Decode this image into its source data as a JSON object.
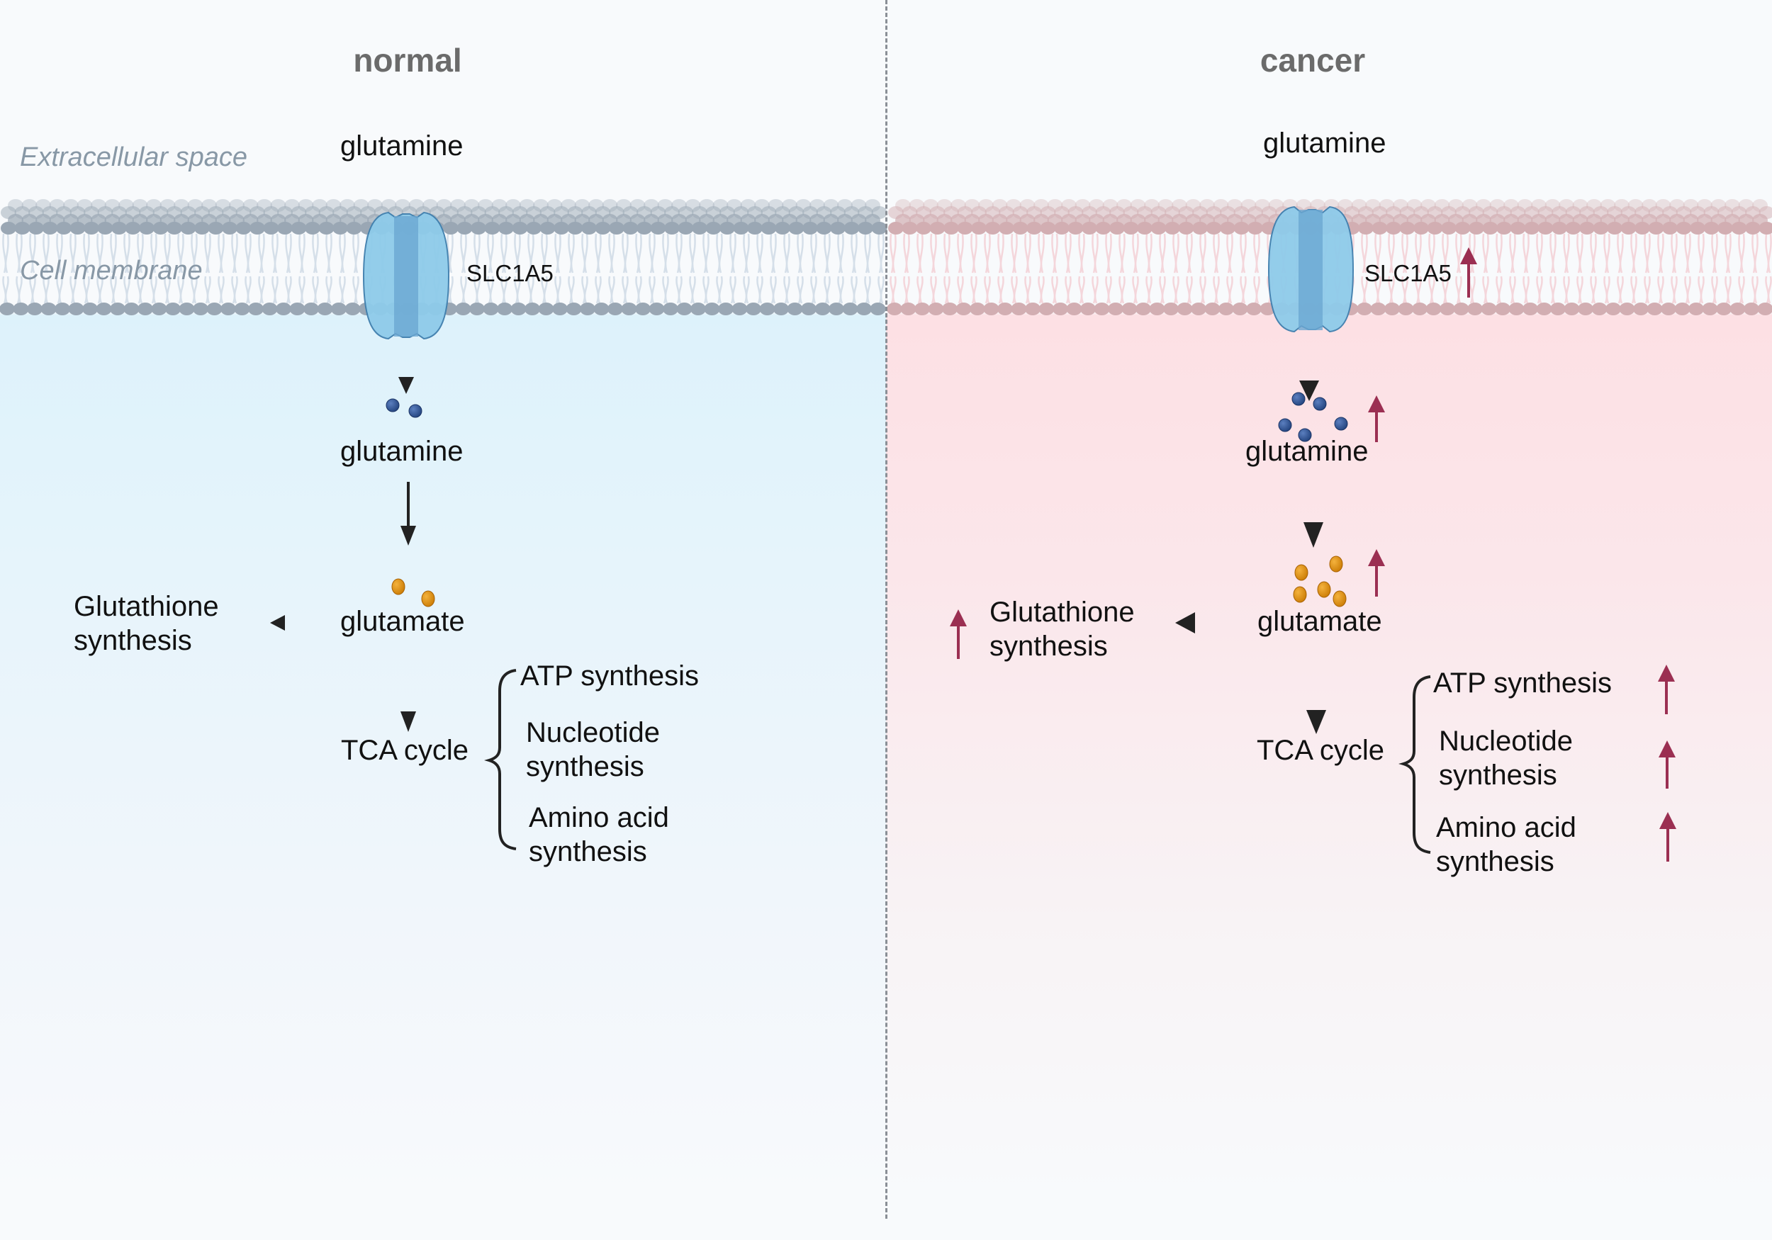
{
  "panels": {
    "normal": {
      "title": "normal",
      "extracellular_label": "Extracellular space",
      "membrane_label": "Cell membrane",
      "glutamine_out": "glutamine",
      "transporter": "SLC1A5",
      "glutamine_in": "glutamine",
      "glutamate": "glutamate",
      "glutathione": [
        "Glutathione",
        "synthesis"
      ],
      "tca": "TCA cycle",
      "products": {
        "atp": "ATP synthesis",
        "nucleotide": [
          "Nucleotide",
          "synthesis"
        ],
        "amino_acid": [
          "Amino acid",
          "synthesis"
        ]
      },
      "glutamine_molecules": 2,
      "glutamate_molecules": 2
    },
    "cancer": {
      "title": "cancer",
      "glutamine_out": "glutamine",
      "transporter": "SLC1A5",
      "glutamine_in": "glutamine",
      "glutamate": "glutamate",
      "glutathione": [
        "Glutathione",
        "synthesis"
      ],
      "tca": "TCA cycle",
      "products": {
        "atp": "ATP synthesis",
        "nucleotide": [
          "Nucleotide",
          "synthesis"
        ],
        "amino_acid": [
          "Amino acid",
          "synthesis"
        ]
      },
      "glutamine_molecules": 5,
      "glutamate_molecules": 5,
      "upregulated": [
        "SLC1A5",
        "glutamine",
        "glutamate",
        "Glutathione synthesis",
        "ATP synthesis",
        "Nucleotide synthesis",
        "Amino acid synthesis"
      ]
    }
  },
  "colors": {
    "normal_bg": "#ddf2fb",
    "cancer_bg": "#fde0e4",
    "normal_lipid": "#9aa7b4",
    "cancer_lipid": "#d2aeb2",
    "transporter": "#8ecbea",
    "glutamine_dot": "#2b4f8e",
    "glutamate_dot": "#e0900f",
    "up_arrow": "#9b2f52",
    "arrow": "#222222"
  }
}
